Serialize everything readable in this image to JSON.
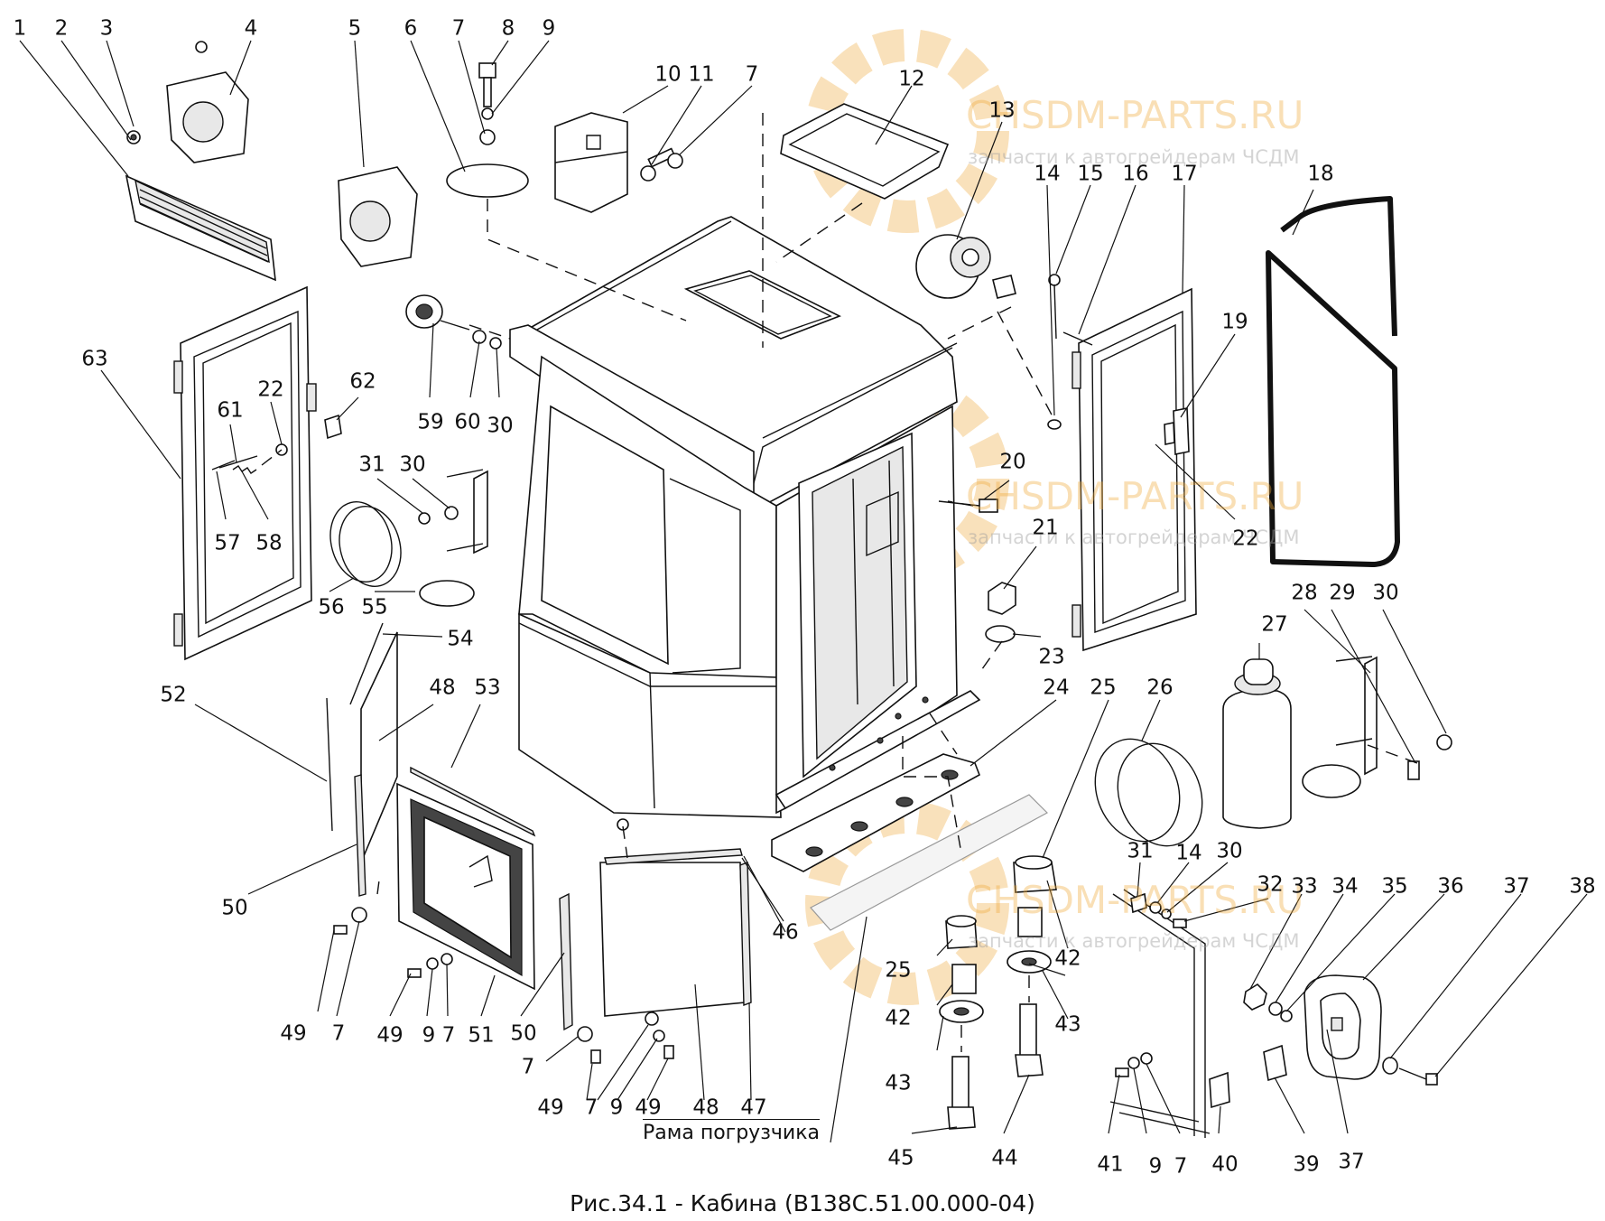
{
  "caption": "Рис.34.1 - Кабина (В138С.51.00.000-04)",
  "frame_label": "Рама погрузчика",
  "watermark": {
    "title": "CHSDM-PARTS.RU",
    "subtitle": "запчасти к автогрейдерам ЧСДМ",
    "color": "#eeaa3c"
  },
  "callouts": {
    "c1": "1",
    "c2": "2",
    "c3": "3",
    "c4": "4",
    "c5": "5",
    "c6": "6",
    "c7a": "7",
    "c8": "8",
    "c9a": "9",
    "c10": "10",
    "c11": "11",
    "c7b": "7",
    "c12": "12",
    "c13": "13",
    "c14a": "14",
    "c15": "15",
    "c16": "16",
    "c17": "17",
    "c18": "18",
    "c19": "19",
    "c63": "63",
    "c22a": "22",
    "c62": "62",
    "c61": "61",
    "c57": "57",
    "c58": "58",
    "c59": "59",
    "c60": "60",
    "c30a": "30",
    "c31a": "31",
    "c30b": "30",
    "c56": "56",
    "c55": "55",
    "c20": "20",
    "c22b": "22",
    "c21": "21",
    "c23": "23",
    "c27": "27",
    "c28": "28",
    "c29": "29",
    "c30c": "30",
    "c54": "54",
    "c52": "52",
    "c48a": "48",
    "c53": "53",
    "c24": "24",
    "c25a": "25",
    "c26": "26",
    "c50a": "50",
    "c31b": "31",
    "c14b": "14",
    "c30d": "30",
    "c32": "32",
    "c33": "33",
    "c34": "34",
    "c35": "35",
    "c36": "36",
    "c37a": "37",
    "c38": "38",
    "c46": "46",
    "c42a": "42",
    "c25b": "25",
    "c49a": "49",
    "c7c": "7",
    "c49b": "49",
    "c9b": "9",
    "c7d": "7",
    "c51": "51",
    "c50b": "50",
    "c42b": "42",
    "c43a": "43",
    "c43b": "43",
    "c7e": "7",
    "c49c": "49",
    "c7f": "7",
    "c9c": "9",
    "c49d": "49",
    "c48b": "48",
    "c47": "47",
    "c45": "45",
    "c44": "44",
    "c41": "41",
    "c9d": "9",
    "c7g": "7",
    "c40": "40",
    "c39": "39",
    "c37b": "37"
  }
}
